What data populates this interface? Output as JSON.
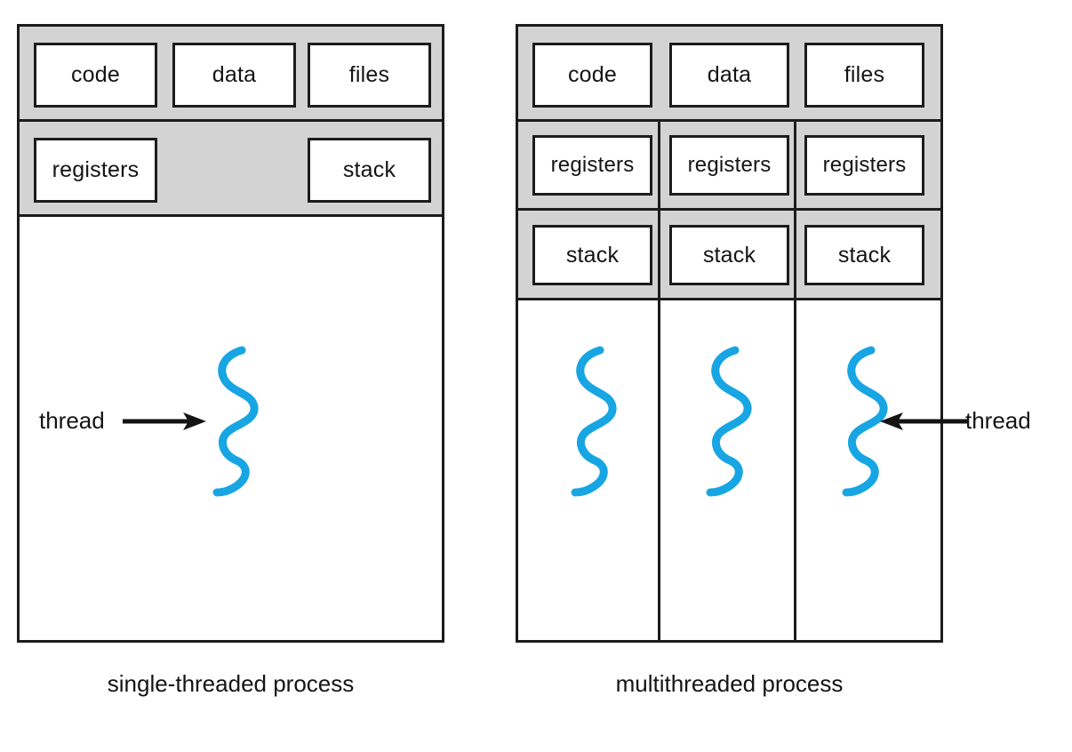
{
  "diagram": {
    "title": "single-threaded vs multithreaded process",
    "thread_color": "#17a5e3",
    "border_color": "#1c1c1c",
    "shared_fill": "#d3d3d3",
    "page_background": "#ffffff"
  },
  "single_threaded": {
    "caption": "single-threaded process",
    "resources": [
      {
        "label": "code"
      },
      {
        "label": "data"
      },
      {
        "label": "files"
      }
    ],
    "per_thread": [
      {
        "label": "registers"
      },
      {
        "label": "stack"
      }
    ],
    "annotation": {
      "label": "thread",
      "arrow_direction": "right"
    },
    "thread_count": 1
  },
  "multithreaded": {
    "caption": "multithreaded process",
    "resources": [
      {
        "label": "code"
      },
      {
        "label": "data"
      },
      {
        "label": "files"
      }
    ],
    "registers_row": [
      {
        "label": "registers"
      },
      {
        "label": "registers"
      },
      {
        "label": "registers"
      }
    ],
    "stack_row": [
      {
        "label": "stack"
      },
      {
        "label": "stack"
      },
      {
        "label": "stack"
      }
    ],
    "annotation": {
      "label": "thread",
      "arrow_direction": "left"
    },
    "thread_count": 3
  }
}
